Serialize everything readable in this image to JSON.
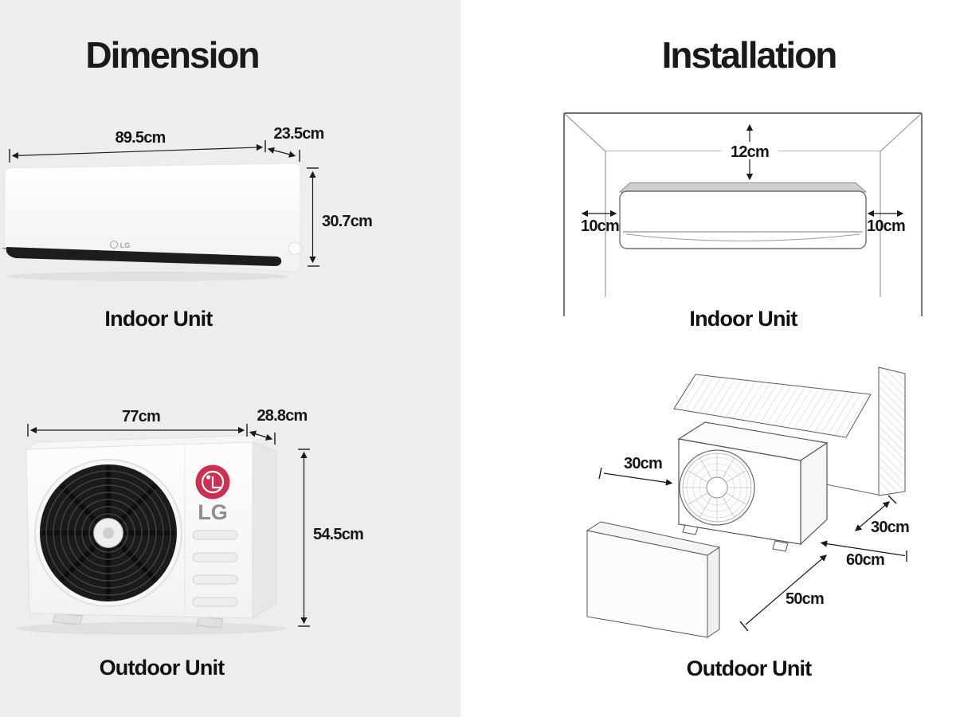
{
  "colors": {
    "panel_left_bg": "#ededed",
    "panel_right_bg": "#ffffff",
    "ink": "#1a1a1a",
    "lg_red": "#ce2f50",
    "lg_gray": "#8e8e8e"
  },
  "dimension_panel": {
    "title": "Dimension",
    "indoor": {
      "caption": "Indoor Unit",
      "width": "89.5cm",
      "depth": "23.5cm",
      "height": "30.7cm",
      "logo": "LG"
    },
    "outdoor": {
      "caption": "Outdoor Unit",
      "width": "77cm",
      "depth": "28.8cm",
      "height": "54.5cm",
      "logo": "LG"
    }
  },
  "installation_panel": {
    "title": "Installation",
    "indoor": {
      "caption": "Indoor Unit",
      "top_clearance": "12cm",
      "left_clearance": "10cm",
      "right_clearance": "10cm"
    },
    "outdoor": {
      "caption": "Outdoor Unit",
      "left_clearance": "30cm",
      "back_clearance": "30cm",
      "right_clearance": "60cm",
      "front_clearance": "50cm"
    }
  }
}
